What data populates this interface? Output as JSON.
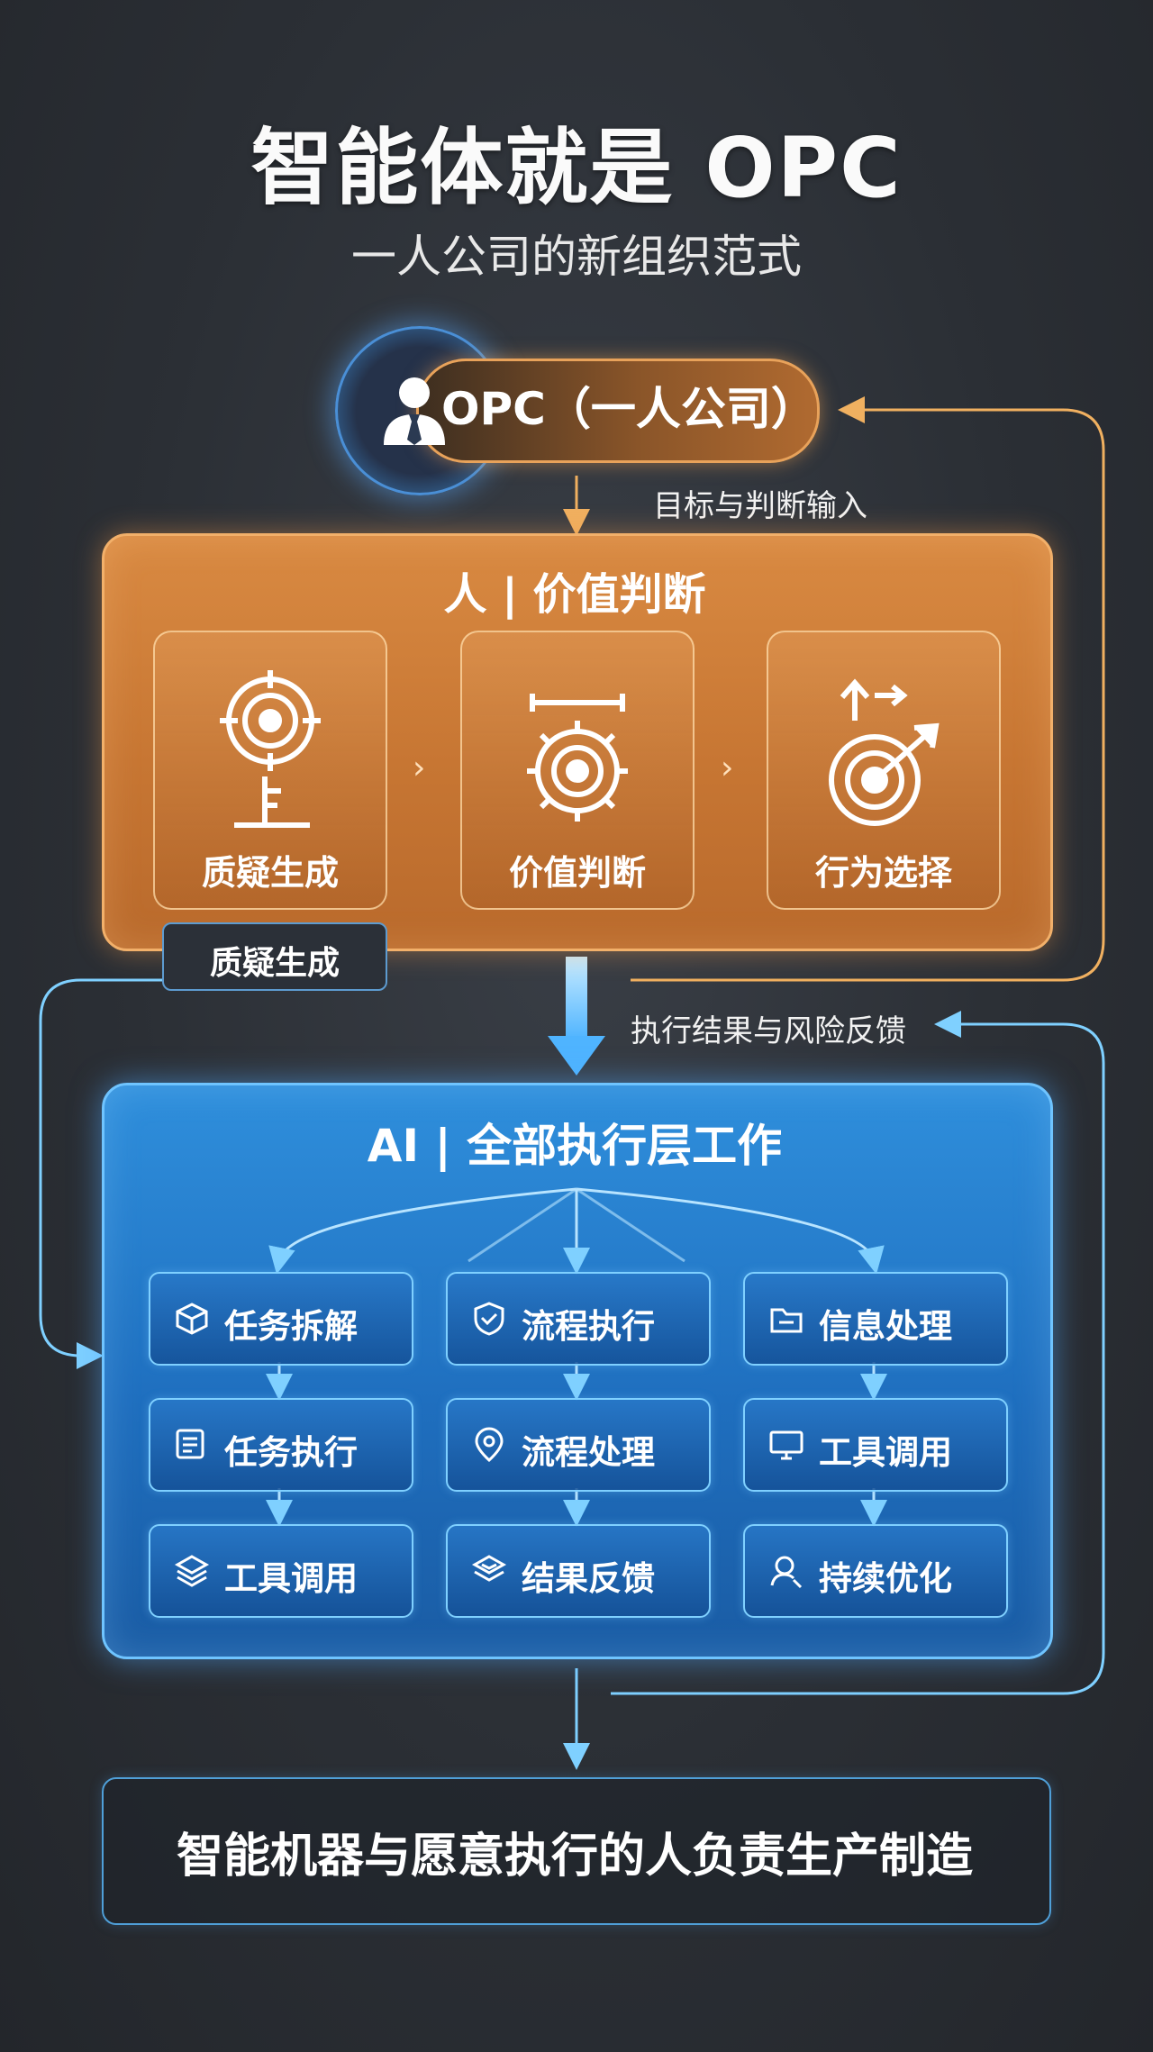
{
  "title": "智能体就是 OPC",
  "subtitle": "一人公司的新组织范式",
  "opc": {
    "label": "OPC（一人公司）",
    "icon": "person-tie-icon"
  },
  "flows": {
    "goal_input": "目标与判断输入",
    "feedback": "执行结果与风险反馈"
  },
  "human": {
    "title": "人 | 价值判断",
    "cards": [
      {
        "label": "质疑生成",
        "icon": "crosshair-scale-icon"
      },
      {
        "label": "价值判断",
        "icon": "gear-target-icon"
      },
      {
        "label": "行为选择",
        "icon": "target-arrow-icon"
      }
    ],
    "tag": "质疑生成"
  },
  "ai": {
    "title": "AI | 全部执行层工作",
    "columns": [
      [
        {
          "label": "任务拆解",
          "icon": "cube-icon"
        },
        {
          "label": "任务执行",
          "icon": "document-icon"
        },
        {
          "label": "工具调用",
          "icon": "layers-icon"
        }
      ],
      [
        {
          "label": "流程执行",
          "icon": "shield-icon"
        },
        {
          "label": "流程处理",
          "icon": "location-icon"
        },
        {
          "label": "结果反馈",
          "icon": "stack-icon"
        }
      ],
      [
        {
          "label": "信息处理",
          "icon": "folder-icon"
        },
        {
          "label": "工具调用",
          "icon": "monitor-icon"
        },
        {
          "label": "持续优化",
          "icon": "user-search-icon"
        }
      ]
    ]
  },
  "footer": "智能机器与愿意执行的人负责生产制造",
  "colors": {
    "orange": "#d98a42",
    "blue": "#2f8fdc",
    "line_orange": "#f0b060",
    "line_blue": "#6fc4ff"
  }
}
